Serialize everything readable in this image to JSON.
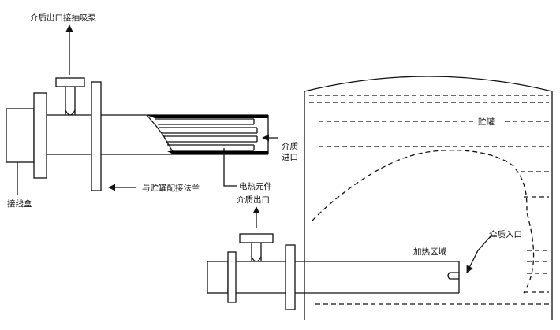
{
  "labels": {
    "outlet_to_pump": "介质出口接抽吸泵",
    "medium_inlet_line1": "介质",
    "medium_inlet_line2": "进口",
    "junction_box": "接线盒",
    "flange_to_tank": "与贮罐配接法兰",
    "heating_element": "电热元件",
    "medium_outlet": "介质出口",
    "tank": "贮罐",
    "heating_zone": "加热区域",
    "medium_inlet_tank": "介质入口"
  },
  "colors": {
    "line": "#111111",
    "background": "#ffffff",
    "element_fill": "#000000"
  }
}
